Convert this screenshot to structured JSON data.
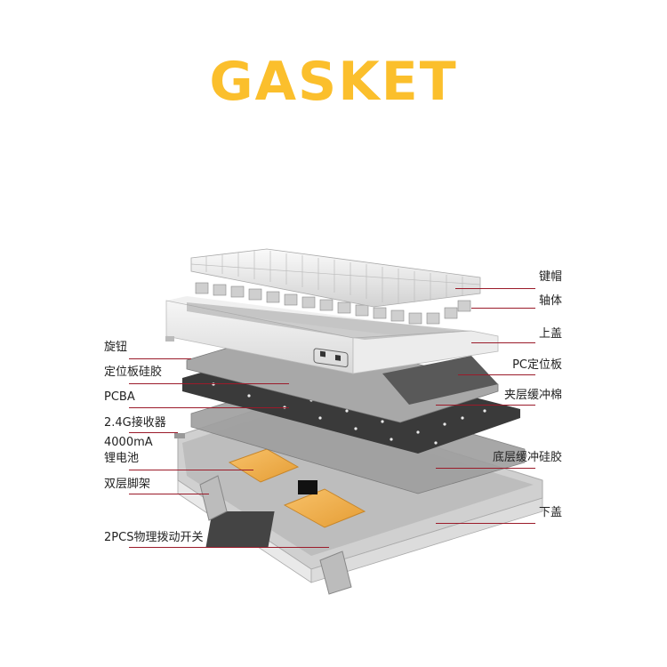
{
  "title": "GASKET",
  "colors": {
    "title": "#fbbf2c",
    "leader_line": "#9b1b2a",
    "foam": "#f2b24e",
    "plate_dark": "#3a3a3a",
    "case": "#e4e4e4"
  },
  "illustration": "exploded-view-keyboard",
  "labels_left": [
    {
      "id": "knob",
      "text": "旋钮"
    },
    {
      "id": "plate-silicone",
      "text": "定位板硅胶"
    },
    {
      "id": "pcba",
      "text": "PCBA"
    },
    {
      "id": "receiver",
      "text": "2.4G接收器"
    },
    {
      "id": "battery",
      "text": "4000mA\n锂电池",
      "line1": "4000mA",
      "line2": "锂电池"
    },
    {
      "id": "feet",
      "text": "双层脚架"
    },
    {
      "id": "switches",
      "text": "2PCS物理拨动开关"
    }
  ],
  "labels_right": [
    {
      "id": "keycaps",
      "text": "键帽"
    },
    {
      "id": "switch-body",
      "text": "轴体"
    },
    {
      "id": "top-case",
      "text": "上盖"
    },
    {
      "id": "pc-plate",
      "text": "PC定位板"
    },
    {
      "id": "mid-foam",
      "text": "夹层缓冲棉"
    },
    {
      "id": "bottom-silicone",
      "text": "底层缓冲硅胶"
    },
    {
      "id": "bottom-case",
      "text": "下盖"
    }
  ]
}
